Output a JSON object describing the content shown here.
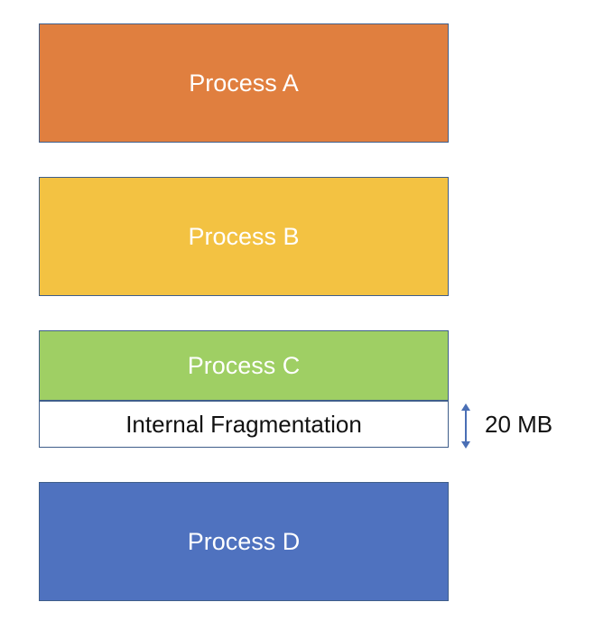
{
  "blocks": [
    {
      "label": "Process A",
      "color": "#e07f3f"
    },
    {
      "label": "Process B",
      "color": "#f3c242"
    },
    {
      "label": "Process C",
      "color": "#9fcf64"
    },
    {
      "label": "Process D",
      "color": "#4f72bf"
    }
  ],
  "fragmentation": {
    "label": "Internal Fragmentation",
    "size_label": "20 MB",
    "arrow_color": "#4a6fb5"
  }
}
